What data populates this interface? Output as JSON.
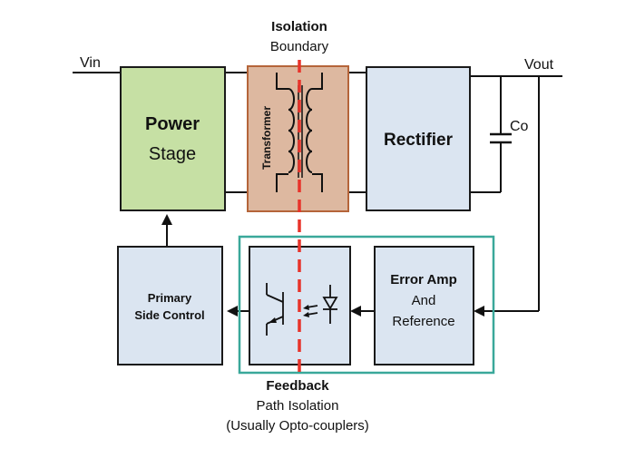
{
  "labels": {
    "isolation_title": "Isolation",
    "isolation_sub": "Boundary",
    "vin": "Vin",
    "vout": "Vout",
    "co": "Co",
    "power_title": "Power",
    "power_sub": "Stage",
    "transformer": "Transformer",
    "rectifier": "Rectifier",
    "primary_line1": "Primary",
    "primary_line2": "Side Control",
    "error_line1": "Error Amp",
    "error_line2": "And",
    "error_line3": "Reference",
    "feedback_title": "Feedback",
    "feedback_sub": "Path Isolation",
    "feedback_note": "(Usually Opto-couplers)"
  },
  "colors": {
    "power_stage_fill": "#c6e0a4",
    "transformer_fill": "#ddb8a0",
    "transformer_stroke": "#b5653a",
    "block_fill": "#dbe5f1",
    "isolation_line": "#e8332a",
    "feedback_frame": "#3aa89a",
    "wire": "#111111"
  }
}
